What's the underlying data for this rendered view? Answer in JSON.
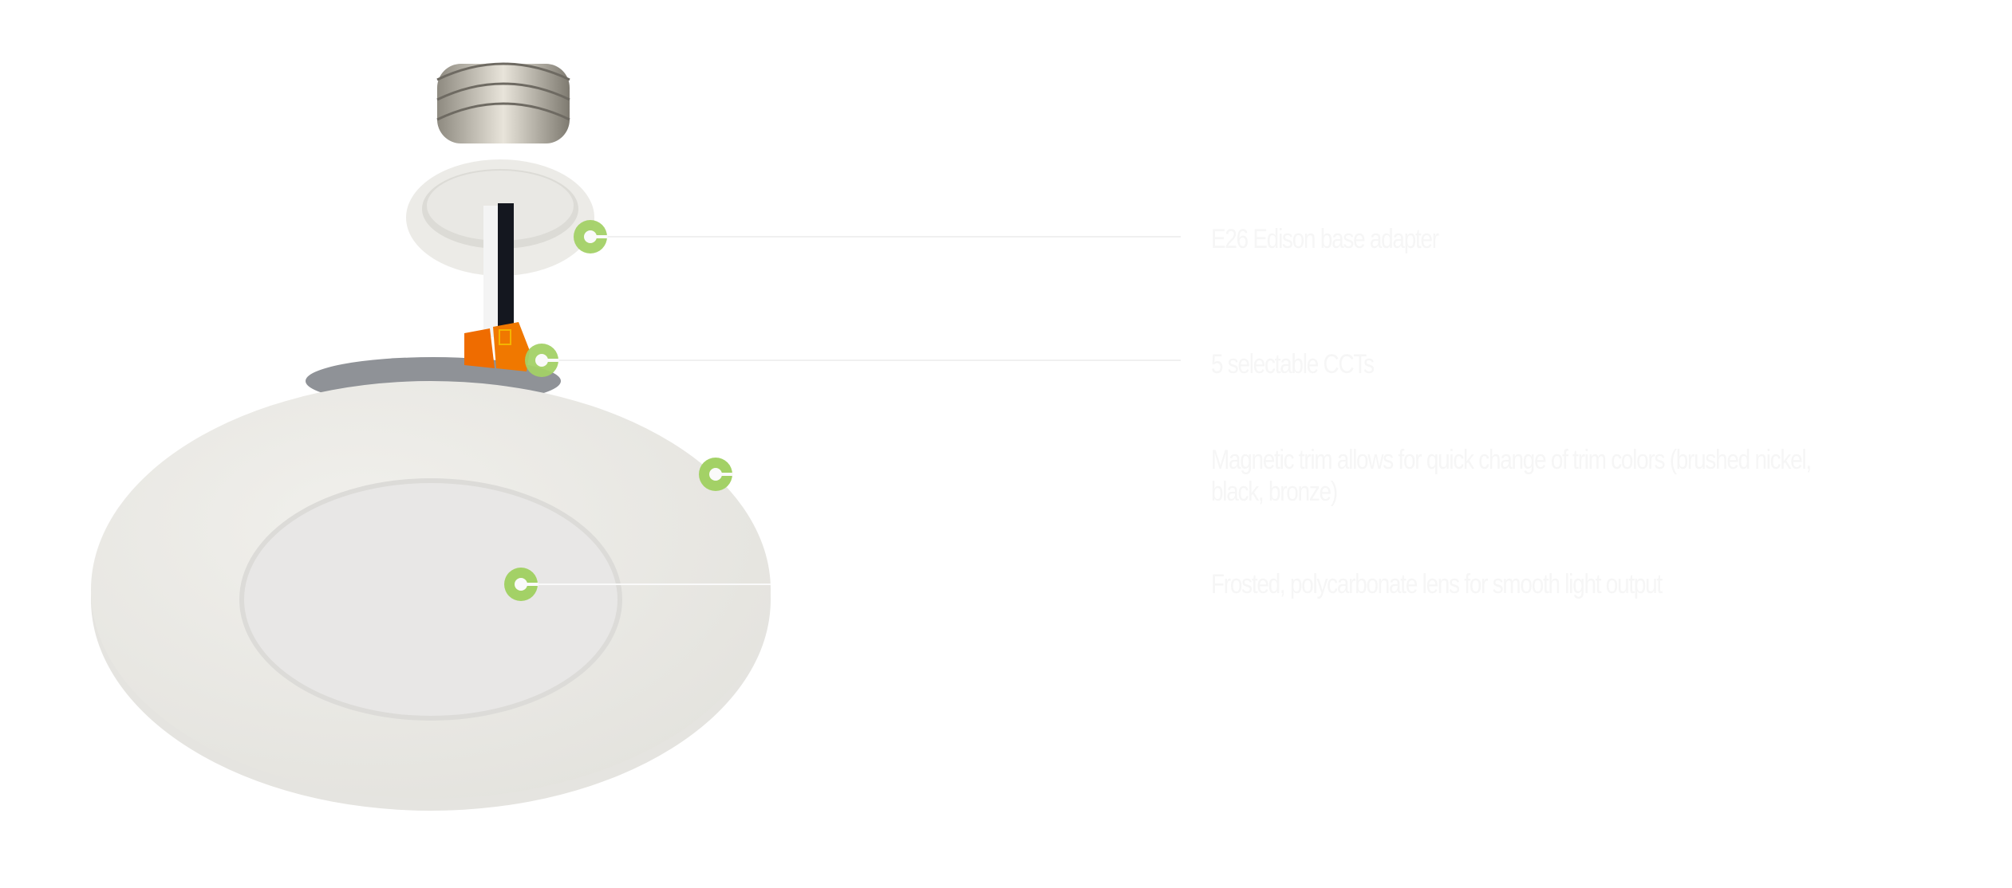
{
  "features": [
    {
      "label": "E26 Edison base adapter"
    },
    {
      "label": "5 selectable CCTs"
    },
    {
      "label": "Magnetic trim allows for quick change of trim colors (brushed nickel,",
      "label2": "black, bronze)"
    },
    {
      "label": "Frosted, polycarbonate lens for smooth light output"
    }
  ],
  "colors": {
    "marker": "#a3d166",
    "text": "#f6f6f6",
    "connector": "#ef6c00"
  }
}
